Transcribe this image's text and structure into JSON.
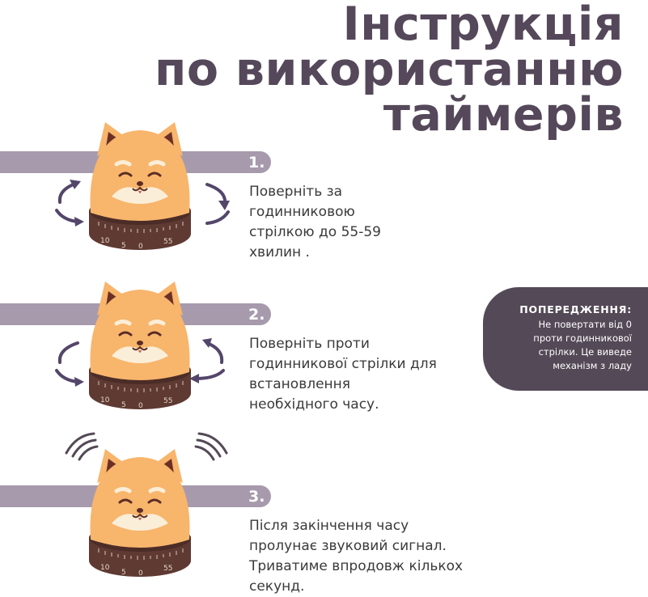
{
  "title": {
    "line1": "Інструкція",
    "line2": "по використанню",
    "line3": "таймерів"
  },
  "steps": [
    {
      "number": "1.",
      "text": "Поверніть за\nгодинниковою\nстрілкою до 55-59\nхвилин ."
    },
    {
      "number": "2.",
      "text": "Поверніть проти\nгодинникової стрілки для\nвстановлення\nнеобхідного  часу."
    },
    {
      "number": "3.",
      "text": "Після закінчення часу\nпролунає звуковий сигнал.\nТриватиме впродовж кількох\nсекунд."
    }
  ],
  "dial_labels": [
    "10",
    "5",
    "0",
    "55"
  ],
  "warning": {
    "title": "ПОПЕРЕДЖЕННЯ:",
    "text": "Не повертати від 0\nпроти годинникової\nстрілки. Це виведе\nмеханізм з ладу"
  },
  "colors": {
    "title": "#55485a",
    "band": "#a79aad",
    "warning_bg": "#544957",
    "timer_body": "#f8b56c",
    "timer_base": "#5e3a33",
    "arrow": "#54466a"
  },
  "icons": [
    "shiba-timer",
    "rotate-clockwise-arrows",
    "rotate-counterclockwise-arrows",
    "ringing-waves"
  ]
}
